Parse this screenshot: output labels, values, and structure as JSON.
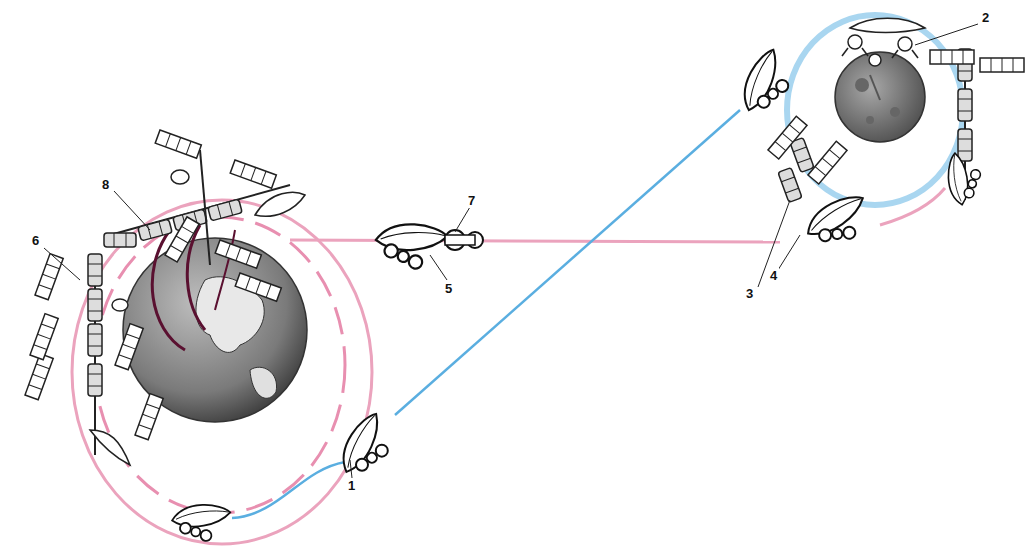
{
  "diagram": {
    "labels": [
      "2",
      "8",
      "7",
      "6",
      "3",
      "5",
      "4",
      "1"
    ]
  }
}
